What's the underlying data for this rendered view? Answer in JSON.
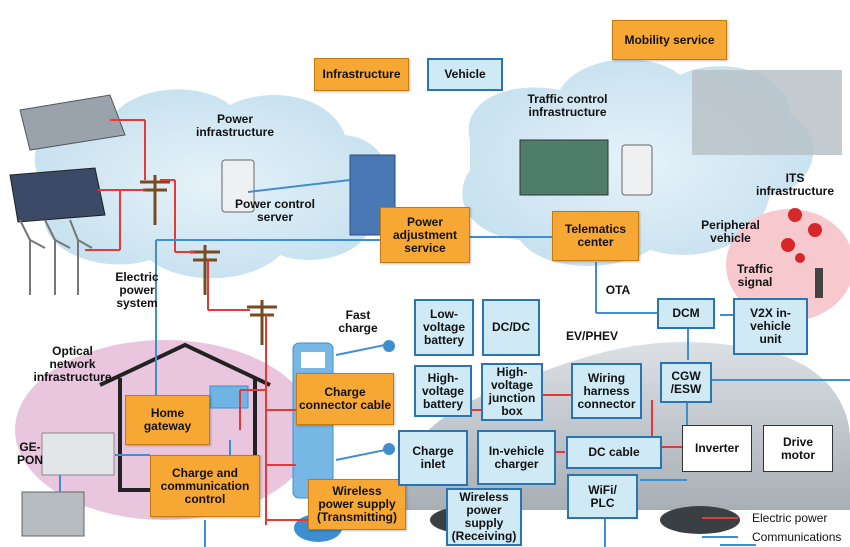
{
  "legend": {
    "title_infrastructure": "Infrastructure",
    "title_vehicle": "Vehicle",
    "electric_power": "Electric power",
    "communications": "Communications",
    "electric_color": "#e53935",
    "comm_color": "#3d8fd1"
  },
  "labels": {
    "power_infrastructure": "Power\ninfrastructure",
    "power_control_server": "Power control\nserver",
    "electric_power_system": "Electric\npower\nsystem",
    "traffic_control_infrastructure": "Traffic control\ninfrastructure",
    "its_infrastructure": "ITS\ninfrastructure",
    "peripheral_vehicle": "Peripheral\nvehicle",
    "traffic_signal": "Traffic\nsignal",
    "fast_charge": "Fast\ncharge",
    "ota": "OTA",
    "ev_phev": "EV/PHEV",
    "optical_network_infrastructure": "Optical\nnetwork\ninfrastructure",
    "ge_pon": "GE-\nPON"
  },
  "boxes": {
    "mobility_service": "Mobility service",
    "power_adjustment_service": "Power\nadjustment\nservice",
    "telematics_center": "Telematics\ncenter",
    "home_gateway": "Home\ngateway",
    "charge_and_communication_control": "Charge and\ncommunication\ncontrol",
    "charge_connector_cable": "Charge\nconnector cable",
    "wireless_power_supply_transmitting": "Wireless\npower supply\n(Transmitting)",
    "low_voltage_battery": "Low-\nvoltage\nbattery",
    "dc_dc": "DC/DC",
    "high_voltage_battery": "High-\nvoltage\nbattery",
    "high_voltage_junction_box": "High-\nvoltage\njunction\nbox",
    "wiring_harness_connector": "Wiring\nharness\nconnector",
    "dcm": "DCM",
    "cgw_esw": "CGW\n/ESW",
    "v2x_in_vehicle_unit": "V2X in-\nvehicle\nunit",
    "charge_inlet": "Charge\ninlet",
    "in_vehicle_charger": "In-vehicle\ncharger",
    "dc_cable": "DC cable",
    "wifi_plc": "WiFi/\nPLC",
    "wireless_power_supply_receiving": "Wireless\npower\nsupply\n(Receiving)",
    "inverter": "Inverter",
    "drive_motor": "Drive\nmotor"
  }
}
